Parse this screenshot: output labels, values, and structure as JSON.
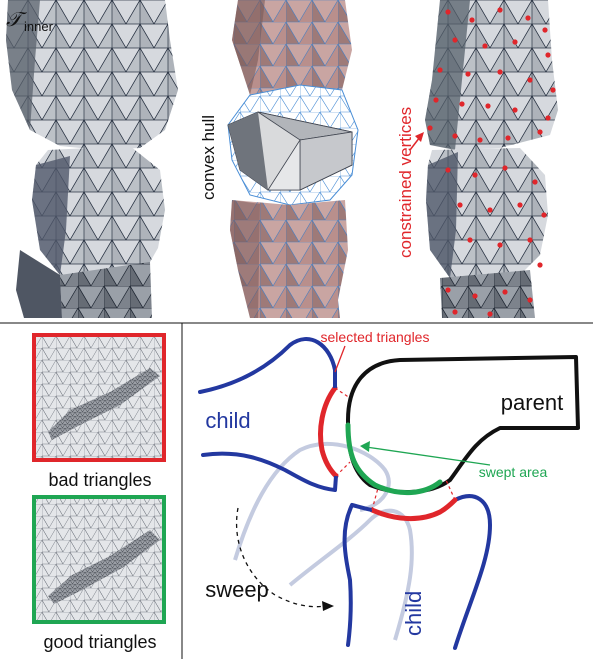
{
  "top_panel": {
    "math_symbol": "𝒯",
    "math_subscript": "inner",
    "convex_hull_label": "convex hull",
    "constrained_label": "constrained vertices"
  },
  "bottom_left": {
    "bad_label": "bad triangles",
    "good_label": "good triangles",
    "bad_color": "#e0262b",
    "good_color": "#1fa653"
  },
  "bottom_right": {
    "selected_label": "selected triangles",
    "parent_label": "parent",
    "child_label_left": "child",
    "child_label_bottom": "child",
    "swept_label": "swept area",
    "sweep_label": "sweep"
  },
  "colors": {
    "child_blue": "#2338a0",
    "faded_blue": "#c4cbe0",
    "selected_red": "#e0262b",
    "swept_green": "#1fa653",
    "mesh_gray": "#bfc3c9",
    "mesh_dark": "#2f3440",
    "hull_blue": "#4a8ed6",
    "bone_pink": "#b98f8c"
  }
}
